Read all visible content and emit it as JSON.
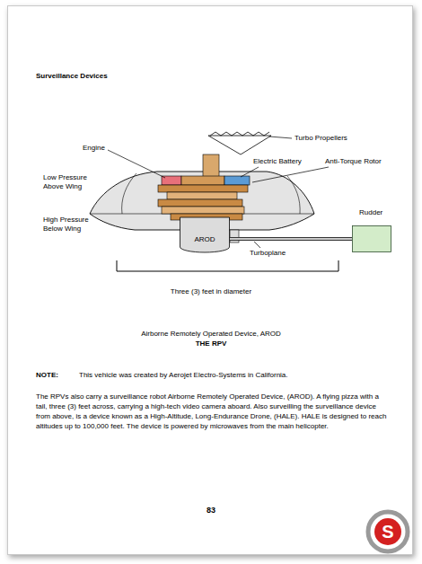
{
  "diagram": {
    "title": "Surveillance Devices",
    "caption": "Airborne Remotely Operated Device, AROD",
    "nodes": [
      {
        "text": [
          "AROD"
        ]
      },
      {
        "text": [
          "Rudder"
        ]
      }
    ],
    "edges": [
      {
        "from": 0,
        "to": 1,
        "arrow": "none"
      }
    ],
    "labels": [
      "Engine",
      "Turbo Propellers",
      "Electric Battery",
      "Anti-Torque Rotor",
      "Low Pressure Above Wing",
      "High Pressure Below Wing",
      "Turboplane",
      "Three (3) feet in diameter",
      "THE RPV",
      "NOTE:",
      "This vehicle was created by Aerojet Electro-Systems in California.",
      "The RPVs also carry a surveillance robot Airborne Remotely Operated Device, (AROD). A flying pizza with a tail, three (3) feet across, carrying a high-tech video camera aboard. Also surveilling the surveillance device from above, is a device known as a High-Altitude, Long-Endurance Drone, (HALE). HALE is designed to reach altitudes up to 100,000 feet. The device is powered by microwaves from the main helicopter.",
      "83",
      "S"
    ]
  }
}
